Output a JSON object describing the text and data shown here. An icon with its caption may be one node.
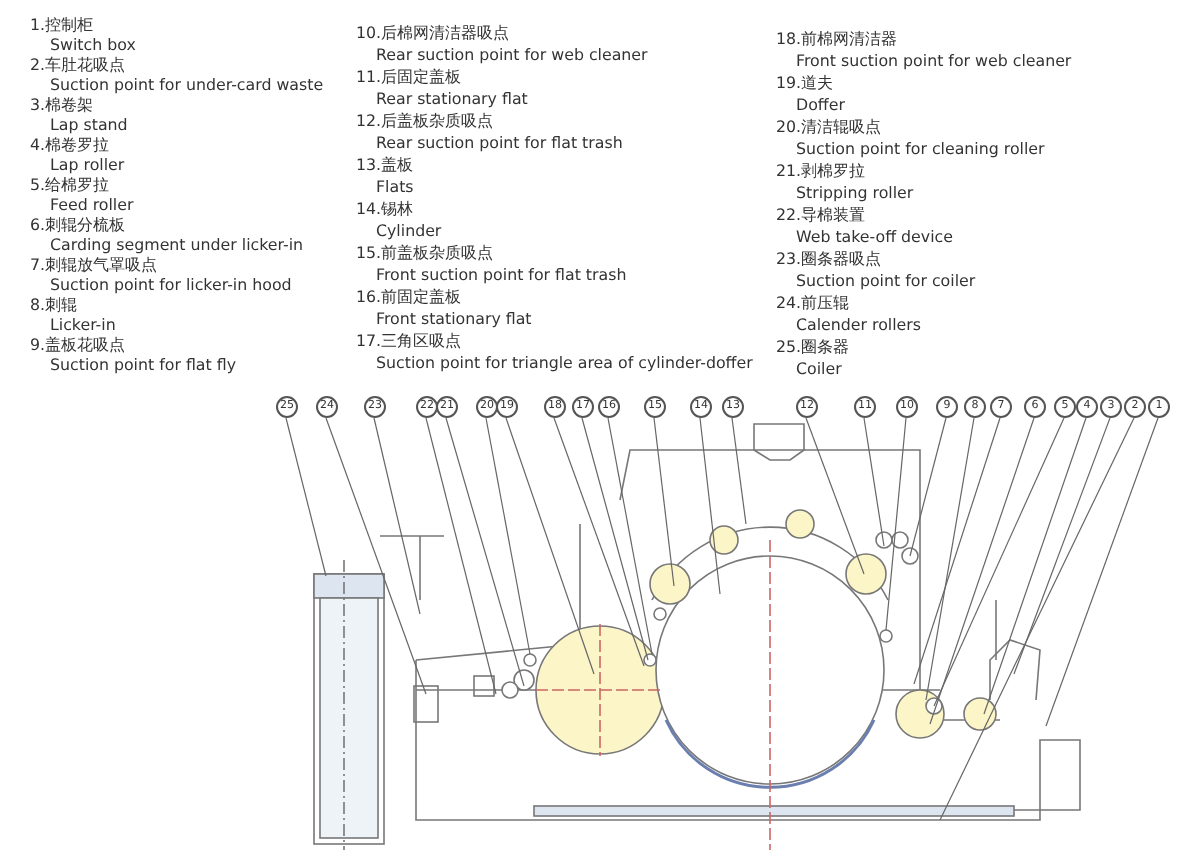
{
  "diagram": {
    "nodes": [
      {
        "text": [
          "25"
        ]
      },
      {
        "text": [
          "24"
        ]
      },
      {
        "text": [
          "23"
        ]
      },
      {
        "text": [
          "22"
        ]
      },
      {
        "text": [
          "21"
        ]
      },
      {
        "text": [
          "20"
        ]
      },
      {
        "text": [
          "19"
        ]
      },
      {
        "text": [
          "18"
        ]
      },
      {
        "text": [
          "17"
        ]
      },
      {
        "text": [
          "16"
        ]
      },
      {
        "text": [
          "15"
        ]
      },
      {
        "text": [
          "14"
        ]
      },
      {
        "text": [
          "13"
        ]
      },
      {
        "text": [
          "12"
        ]
      },
      {
        "text": [
          "11"
        ]
      },
      {
        "text": [
          "10"
        ]
      },
      {
        "text": [
          "9"
        ]
      },
      {
        "text": [
          "8"
        ]
      },
      {
        "text": [
          "7"
        ]
      },
      {
        "text": [
          "6"
        ]
      },
      {
        "text": [
          "5"
        ]
      },
      {
        "text": [
          "4"
        ]
      },
      {
        "text": [
          "3"
        ]
      },
      {
        "text": [
          "2"
        ]
      },
      {
        "text": [
          "1"
        ]
      }
    ],
    "edges": [
      {
        "from": 0,
        "to": null,
        "arrow": "none"
      },
      {
        "from": 1,
        "to": null,
        "arrow": "none"
      },
      {
        "from": 2,
        "to": null,
        "arrow": "none"
      },
      {
        "from": 3,
        "to": null,
        "arrow": "none"
      },
      {
        "from": 4,
        "to": null,
        "arrow": "none"
      },
      {
        "from": 5,
        "to": null,
        "arrow": "none"
      },
      {
        "from": 6,
        "to": null,
        "arrow": "none"
      },
      {
        "from": 7,
        "to": null,
        "arrow": "none"
      },
      {
        "from": 8,
        "to": null,
        "arrow": "none"
      },
      {
        "from": 9,
        "to": null,
        "arrow": "none"
      },
      {
        "from": 10,
        "to": null,
        "arrow": "none"
      },
      {
        "from": 11,
        "to": null,
        "arrow": "none"
      },
      {
        "from": 12,
        "to": null,
        "arrow": "none"
      },
      {
        "from": 13,
        "to": null,
        "arrow": "none"
      },
      {
        "from": 14,
        "to": null,
        "arrow": "none"
      },
      {
        "from": 15,
        "to": null,
        "arrow": "none"
      },
      {
        "from": 16,
        "to": null,
        "arrow": "none"
      },
      {
        "from": 17,
        "to": null,
        "arrow": "none"
      },
      {
        "from": 18,
        "to": null,
        "arrow": "none"
      },
      {
        "from": 19,
        "to": null,
        "arrow": "none"
      },
      {
        "from": 20,
        "to": null,
        "arrow": "none"
      },
      {
        "from": 21,
        "to": null,
        "arrow": "none"
      },
      {
        "from": 22,
        "to": null,
        "arrow": "none"
      },
      {
        "from": 23,
        "to": null,
        "arrow": "none"
      },
      {
        "from": 24,
        "to": null,
        "arrow": "none"
      }
    ],
    "labels": [
      "1.控制柜",
      "Switch box",
      "2.车肚花吸点",
      "Suction point for under-card waste",
      "3.棉卷架",
      "Lap stand",
      "4.棉卷罗拉",
      "Lap roller",
      "5.给棉罗拉",
      "Feed roller",
      "6.刺辊分梳板",
      "Carding segment under licker-in",
      "7.刺辊放气罩吸点",
      "Suction point for licker-in hood",
      "8.刺辊",
      "Licker-in",
      "9.盖板花吸点",
      "Suction point for flat fly",
      "10.后棉网清洁器吸点",
      "Rear suction point for web cleaner",
      "11.后固定盖板",
      "Rear stationary flat",
      "12.后盖板杂质吸点",
      "Rear suction point for flat trash",
      "13.盖板",
      "Flats",
      "14.锡林",
      "Cylinder",
      "15.前盖板杂质吸点",
      "Front suction point for flat trash",
      "16.前固定盖板",
      "Front stationary flat",
      "17.三角区吸点",
      "Suction point for triangle area of cylinder-doffer",
      "18.前棉网清洁器",
      "Front suction point for web cleaner",
      "19.道夫",
      "Doffer",
      "20.清洁辊吸点",
      "Suction point for cleaning roller",
      "21.剥棉罗拉",
      "Stripping roller",
      "22.导棉装置",
      "Web take-off device",
      "23.圈条器吸点",
      "Suction point for coiler",
      "24.前压辊",
      "Calender rollers",
      "25.圈条器",
      "Coiler"
    ]
  }
}
